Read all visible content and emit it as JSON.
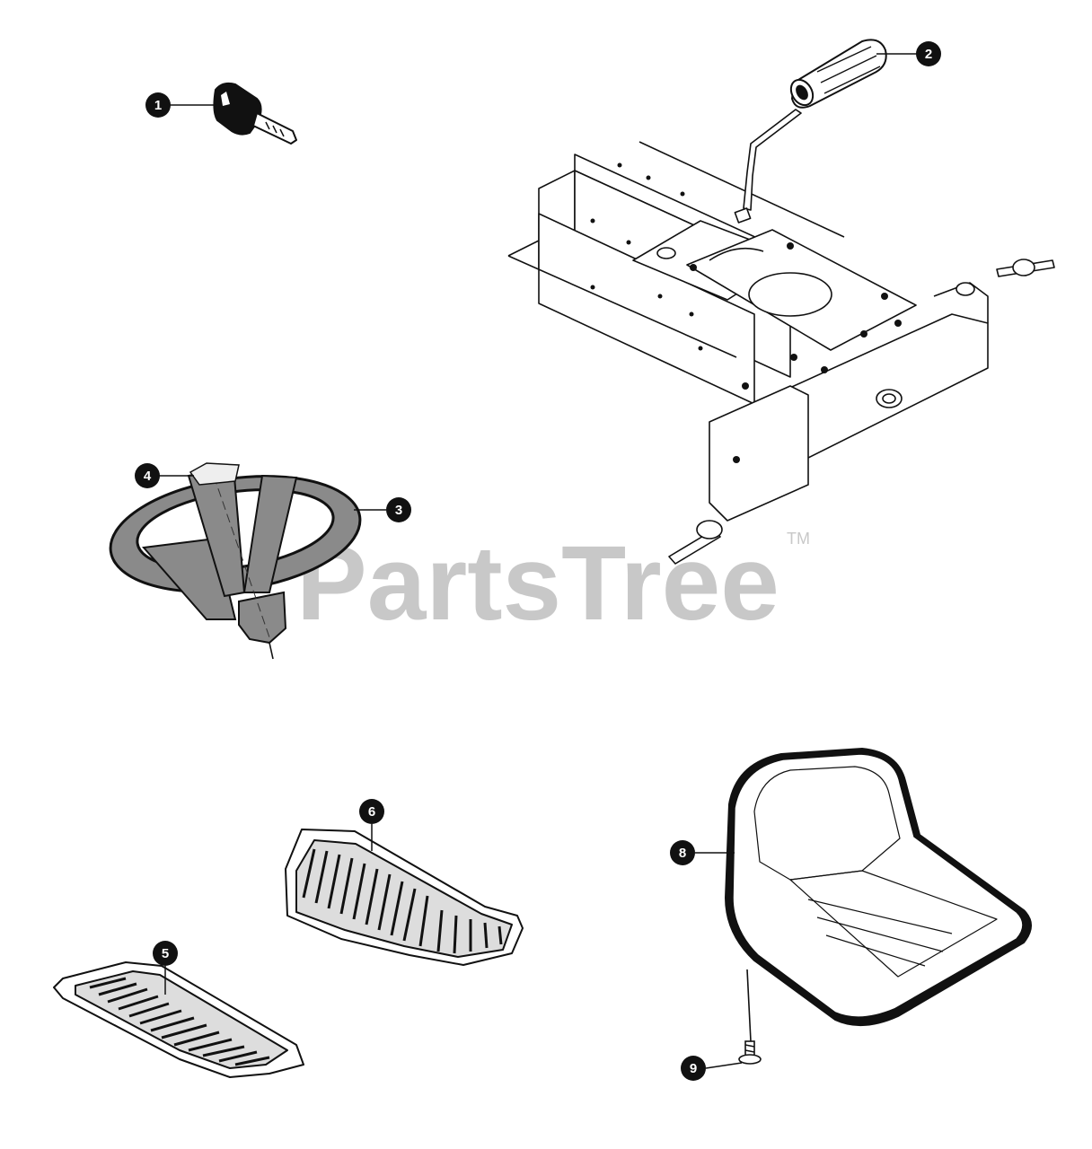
{
  "watermark": {
    "text": "PartsTree",
    "tm": "TM"
  },
  "callouts": [
    {
      "num": "1",
      "part": "ignition-key"
    },
    {
      "num": "2",
      "part": "handle-grip"
    },
    {
      "num": "3",
      "part": "steering-wheel"
    },
    {
      "num": "4",
      "part": "steering-wheel-cap"
    },
    {
      "num": "5",
      "part": "left-foot-pad"
    },
    {
      "num": "6",
      "part": "right-foot-pad"
    },
    {
      "num": "8",
      "part": "seat"
    },
    {
      "num": "9",
      "part": "seat-bolt"
    }
  ],
  "colors": {
    "ink": "#111111",
    "fill": "#ffffff",
    "texture": "#777777",
    "watermark": "#c8c8c8"
  }
}
